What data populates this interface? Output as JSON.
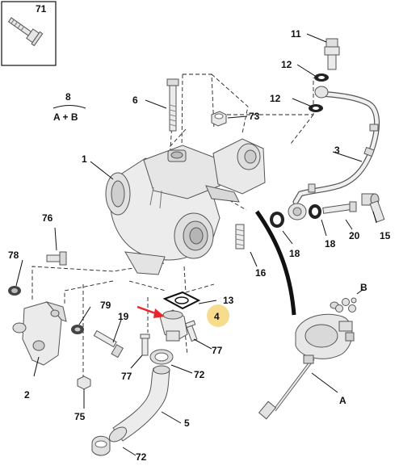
{
  "diagram": {
    "inset_label": "71",
    "equation": {
      "top": "8",
      "bottom": "A + B"
    },
    "callouts": {
      "c1": "1",
      "c2": "2",
      "c3": "3",
      "c4": "4",
      "c5": "5",
      "c6": "6",
      "c11": "11",
      "c12a": "12",
      "c12b": "12",
      "c13": "13",
      "c15": "15",
      "c16": "16",
      "c18a": "18",
      "c18b": "18",
      "c19": "19",
      "c20": "20",
      "c72a": "72",
      "c72b": "72",
      "c73": "73",
      "c75": "75",
      "c76": "76",
      "c77a": "77",
      "c77b": "77",
      "c78": "78",
      "c79": "79",
      "cA": "A",
      "cB": "B"
    },
    "colors": {
      "highlight": "#f6dc8c",
      "arrow": "#e8262b",
      "line": "#111111",
      "part_fill": "#f1f1f1",
      "part_stroke": "#555555"
    }
  }
}
